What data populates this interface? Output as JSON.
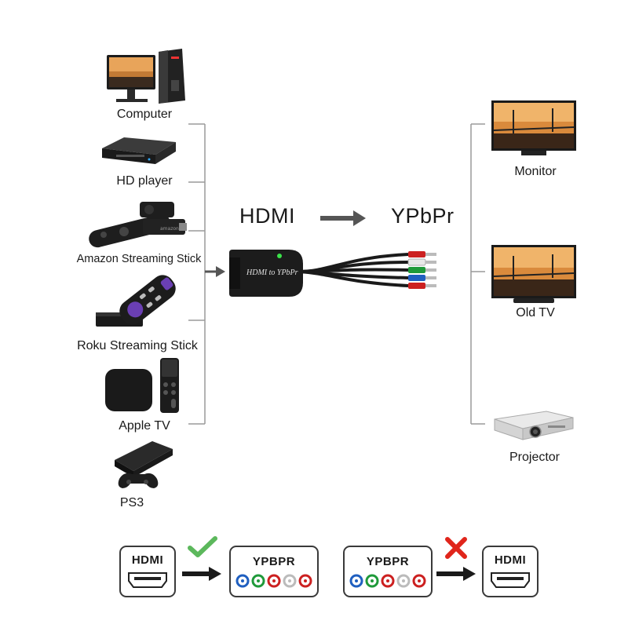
{
  "sources": [
    {
      "label": "Computer",
      "icon": "computer-icon"
    },
    {
      "label": "HD player",
      "icon": "hd-player-icon"
    },
    {
      "label": "Amazon Streaming Stick",
      "icon": "amazon-stick-icon"
    },
    {
      "label": "Roku Streaming Stick",
      "icon": "roku-stick-icon"
    },
    {
      "label": "Apple TV",
      "icon": "apple-tv-icon"
    },
    {
      "label": "PS3",
      "icon": "ps3-icon"
    }
  ],
  "displays": [
    {
      "label": "Monitor",
      "icon": "monitor-icon"
    },
    {
      "label": "Old TV",
      "icon": "old-tv-icon"
    },
    {
      "label": "Projector",
      "icon": "projector-icon"
    }
  ],
  "conversion": {
    "from": "HDMI",
    "to": "YPbPr",
    "device_label": "HDMI to YPbPr"
  },
  "compatibility": [
    {
      "from": "HDMI",
      "to": "YPBPR",
      "supported": true,
      "mark": "check-icon"
    },
    {
      "from": "YPBPR",
      "to": "HDMI",
      "supported": false,
      "mark": "cross-icon"
    }
  ],
  "colors": {
    "line": "#9a9a9a",
    "arrow": "#555555",
    "check": "#5cb85c",
    "cross": "#e0251b",
    "green_plug": "#1f9a3a",
    "blue_plug": "#1f5fc0",
    "red_plug": "#cc2020"
  }
}
